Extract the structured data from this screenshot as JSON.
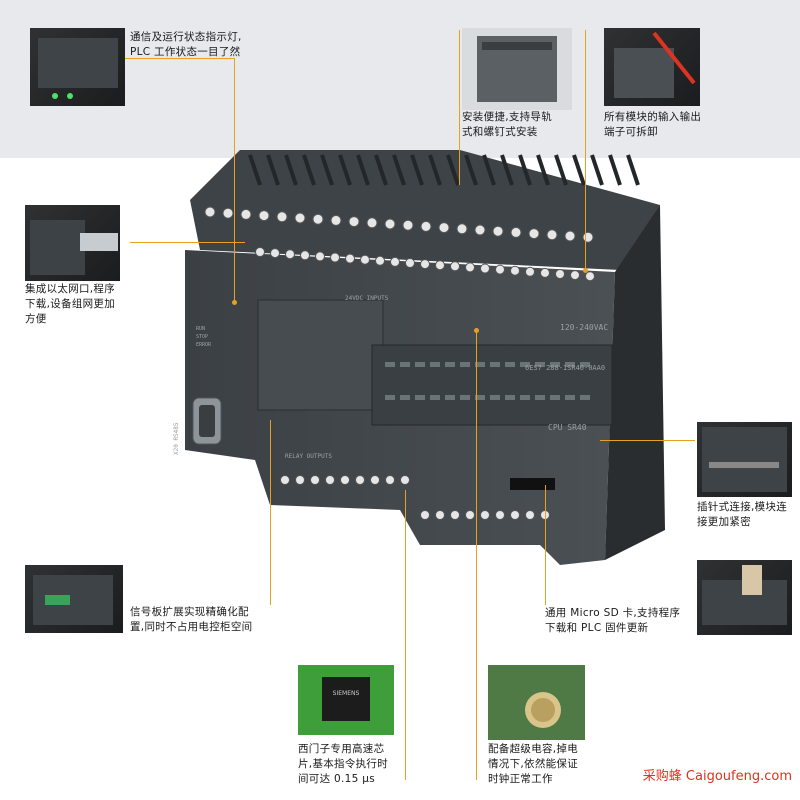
{
  "plc": {
    "device_id": "6ES7 288-1SR40-0AA0",
    "model_label": "CPU SR40",
    "voltage_label": "120-240VAC",
    "input_label": "24VDC INPUTS",
    "relay_label": "RELAY OUTPUTS",
    "port_label": "X20 RS485",
    "status_labels": [
      "RUN",
      "STOP",
      "ERROR"
    ]
  },
  "features": [
    {
      "id": "status-leds",
      "text_lines": [
        "通信及运行状态指示灯,",
        "PLC 工作状态一目了然"
      ]
    },
    {
      "id": "din-rail",
      "text_lines": [
        "安装便捷,支持导轨",
        "式和螺钉式安装"
      ]
    },
    {
      "id": "removable-terminals",
      "text_lines": [
        "所有模块的输入输出",
        "端子可拆卸"
      ]
    },
    {
      "id": "ethernet-port",
      "text_lines": [
        "集成以太网口,程序",
        "下载,设备组网更加",
        "方便"
      ]
    },
    {
      "id": "plug-connection",
      "text_lines": [
        "插针式连接,模块连",
        "接更加紧密"
      ]
    },
    {
      "id": "signal-board",
      "text_lines": [
        "信号板扩展实现精确化配",
        "置,同时不占用电控柜空间"
      ]
    },
    {
      "id": "micro-sd",
      "text_lines": [
        "通用 Micro SD 卡,支持程序",
        "下载和 PLC 固件更新"
      ]
    },
    {
      "id": "siemens-chip",
      "text_lines": [
        "西门子专用高速芯",
        "片,基本指令执行时",
        "间可达 0.15 μs"
      ]
    },
    {
      "id": "super-capacitor",
      "text_lines": [
        "配备超级电容,掉电",
        "情况下,依然能保证",
        "时钟正常工作"
      ]
    }
  ],
  "chip": {
    "brand": "SIEMENS"
  },
  "watermark": "采购蜂 Caigoufeng.com"
}
